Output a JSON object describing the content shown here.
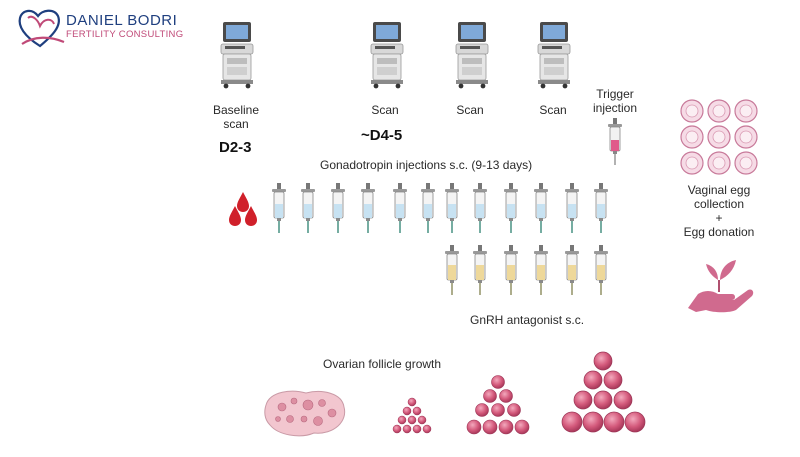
{
  "logo": {
    "name": "DANIEL BODRI",
    "subtitle": "FERTILITY CONSULTING"
  },
  "scans": {
    "baseline_label": "Baseline\nscan",
    "scan_label": "Scan",
    "baseline_day": "D2-3",
    "first_scan_day": "~D4-5"
  },
  "trigger": {
    "label": "Trigger\ninjection"
  },
  "gonadotropin": {
    "label": "Gonadotropin injections s.c. (9-13 days)"
  },
  "antagonist": {
    "label": "GnRH antagonist s.c."
  },
  "collection": {
    "label": "Vaginal egg\ncollection\n+\nEgg donation"
  },
  "follicles": {
    "label": "Ovarian follicle growth"
  },
  "icons": {
    "ultrasound": "ultrasound-machine-icon",
    "syringe": "syringe-icon",
    "blood": "blood-drops-icon",
    "eggs": "egg-cells-icon",
    "hand": "hand-with-plant-icon",
    "ovary": "ovary-icon",
    "follicle": "follicle-cluster-icon"
  },
  "colors": {
    "navy": "#1f3f7f",
    "pink": "#c04a78",
    "blood": "#d0202a",
    "gonadotropin_fluid": "#c7e2f2",
    "antagonist_fluid": "#eed89a",
    "trigger_fluid": "#e05a8a",
    "follicle": "#c8476e"
  }
}
